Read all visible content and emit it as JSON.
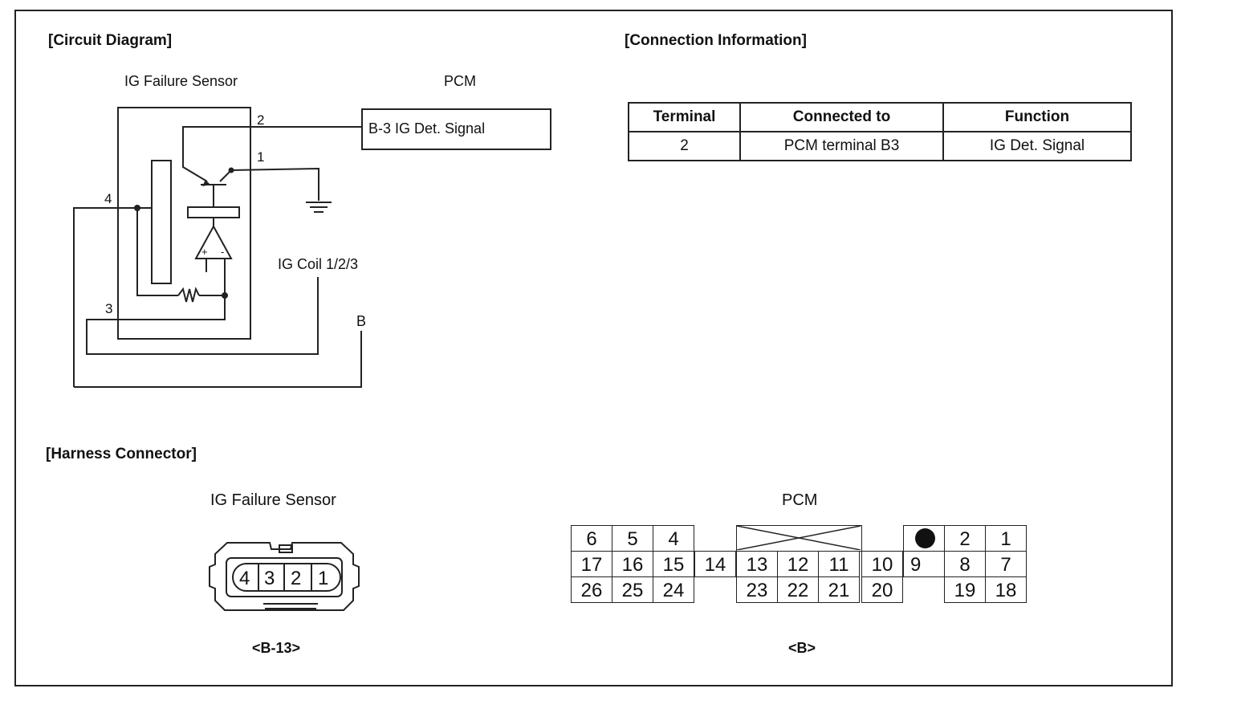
{
  "sections": {
    "circuit": "[Circuit Diagram]",
    "connection": "[Connection Information]",
    "harness": "[Harness Connector]"
  },
  "circuit": {
    "sensor_label": "IG Failure Sensor",
    "pcm_label": "PCM",
    "pcm_box": "B-3 IG Det. Signal",
    "coil_label": "IG Coil 1/2/3",
    "b_label": "B",
    "terminals": [
      "2",
      "1",
      "4",
      "3"
    ]
  },
  "table": {
    "headers": [
      "Terminal",
      "Connected to",
      "Function"
    ],
    "rows": [
      [
        "2",
        "PCM terminal B3",
        "IG Det. Signal"
      ]
    ]
  },
  "harness": {
    "sensor_title": "IG Failure Sensor",
    "sensor_pins": [
      "4",
      "3",
      "2",
      "1"
    ],
    "sensor_code": "<B-13>",
    "pcm_title": "PCM",
    "pcm_code": "<B>",
    "pcm_pins": {
      "row1": [
        "6",
        "5",
        "4",
        "2",
        "1"
      ],
      "row2": [
        "17",
        "16",
        "15",
        "14",
        "13",
        "12",
        "11",
        "10",
        "9",
        "8",
        "7"
      ],
      "row3": [
        "26",
        "25",
        "24",
        "23",
        "22",
        "21",
        "20",
        "19",
        "18"
      ]
    }
  }
}
